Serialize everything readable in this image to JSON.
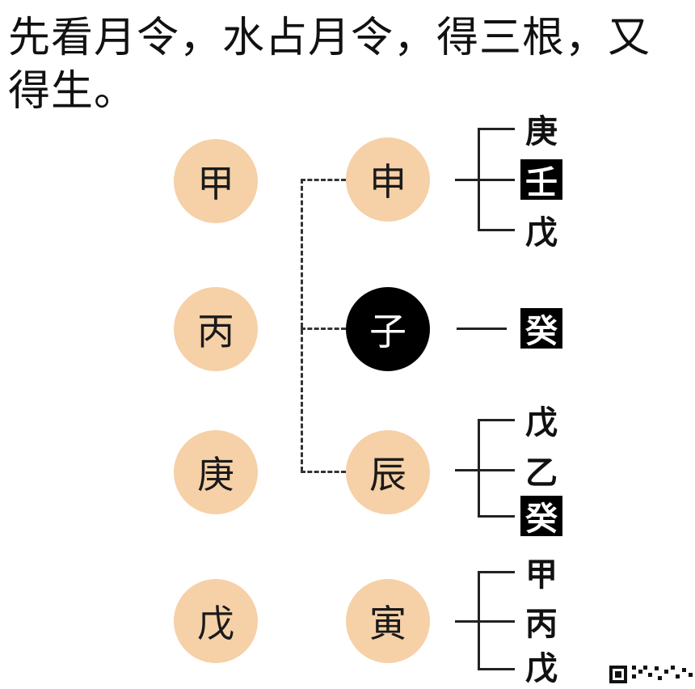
{
  "title": "先看月令，水占月令，得三根，又得生。",
  "stems": [
    "甲",
    "丙",
    "庚",
    "戊"
  ],
  "branches": [
    {
      "char": "申",
      "highlight": false,
      "hidden": [
        {
          "char": "庚",
          "hl": false
        },
        {
          "char": "壬",
          "hl": true
        },
        {
          "char": "戊",
          "hl": false
        }
      ]
    },
    {
      "char": "子",
      "highlight": true,
      "hidden": [
        {
          "char": "癸",
          "hl": true
        }
      ]
    },
    {
      "char": "辰",
      "highlight": false,
      "hidden": [
        {
          "char": "戊",
          "hl": false
        },
        {
          "char": "乙",
          "hl": false
        },
        {
          "char": "癸",
          "hl": true
        }
      ]
    },
    {
      "char": "寅",
      "highlight": false,
      "hidden": [
        {
          "char": "甲",
          "hl": false
        },
        {
          "char": "丙",
          "hl": false
        },
        {
          "char": "戊",
          "hl": false
        }
      ]
    }
  ],
  "colors": {
    "circle": "#f6d0a6",
    "highlight": "#000000"
  }
}
